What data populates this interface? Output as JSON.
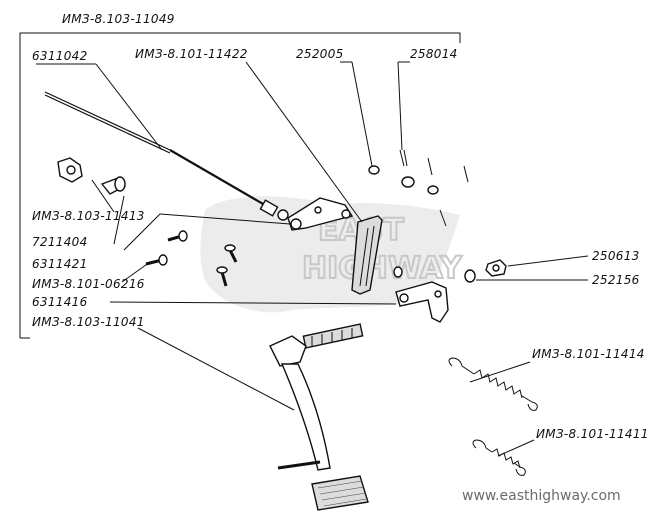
{
  "labels": {
    "group_main": "ИМЗ-8.103-11049",
    "p6311042": "6311042",
    "p11422": "ИМЗ-8.101-11422",
    "p252005": "252005",
    "p258014": "258014",
    "p11413": "ИМЗ-8.103-11413",
    "p7211404": "7211404",
    "p6311421": "6311421",
    "p06216": "ИМЗ-8.101-06216",
    "p6311416": "6311416",
    "p11041": "ИМЗ-8.103-11041",
    "p250613": "250613",
    "p252156": "252156",
    "p11414": "ИМЗ-8.101-11414",
    "p11411": "ИМЗ-8.101-11411"
  },
  "watermark": {
    "logo_top": "EAST",
    "logo_bottom": "HIGHWAY",
    "url": "www.easthighway.com"
  }
}
